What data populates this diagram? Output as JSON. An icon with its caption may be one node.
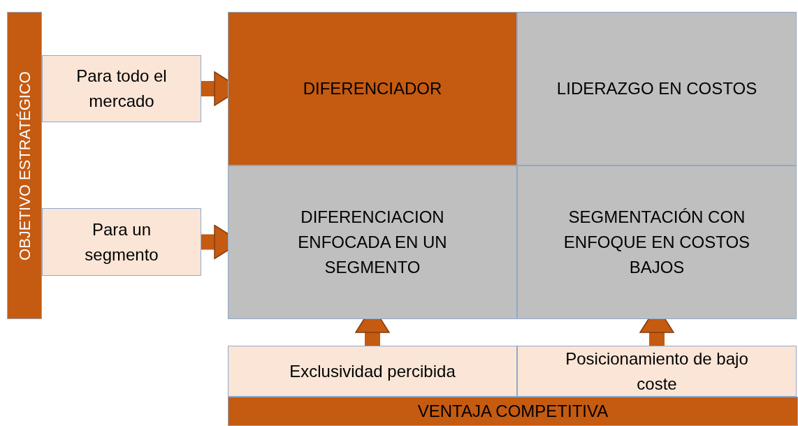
{
  "diagram": {
    "nodes": [
      {
        "text": [
          "OBJETIVO ESTRATÉGICO"
        ]
      },
      {
        "text": [
          "Para todo el mercado"
        ]
      },
      {
        "text": [
          "Para un segmento"
        ]
      },
      {
        "text": [
          "DIFERENCIADOR"
        ]
      },
      {
        "text": [
          "LIDERAZGO EN COSTOS"
        ]
      },
      {
        "text": [
          "DIFERENCIACION ENFOCADA EN UN SEGMENTO"
        ]
      },
      {
        "text": [
          "SEGMENTACIÓN CON ENFOQUE EN COSTOS BAJOS"
        ]
      },
      {
        "text": [
          "Exclusividad percibida"
        ]
      },
      {
        "text": [
          "Posicionamiento de bajo coste"
        ]
      },
      {
        "text": [
          "VENTAJA COMPETITIVA"
        ]
      }
    ],
    "edges": [
      {
        "from": 1,
        "to": 3,
        "arrow": "to"
      },
      {
        "from": 2,
        "to": 5,
        "arrow": "to"
      },
      {
        "from": 7,
        "to": 5,
        "arrow": "to"
      },
      {
        "from": 8,
        "to": 6,
        "arrow": "to"
      }
    ]
  }
}
